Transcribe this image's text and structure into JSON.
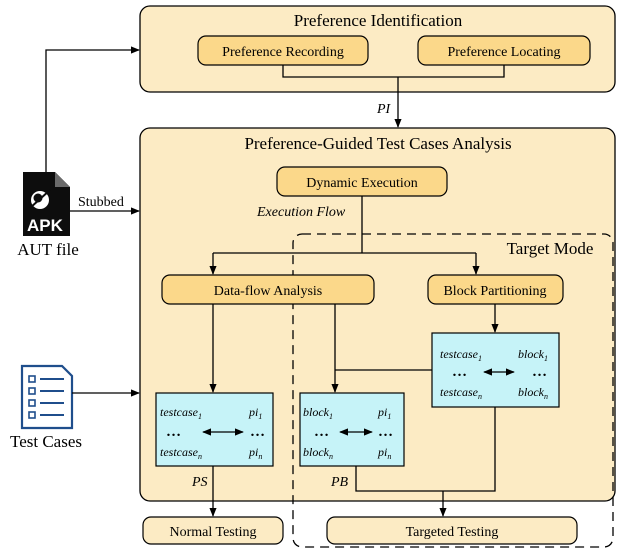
{
  "panels": {
    "identification_title": "Preference Identification",
    "analysis_title": "Preference-Guided Test Cases Analysis",
    "target_mode_title": "Target Mode"
  },
  "nodes": {
    "preference_recording": "Preference Recording",
    "preference_locating": "Preference Locating",
    "dynamic_execution": "Dynamic Execution",
    "dataflow_analysis": "Data-flow Analysis",
    "block_partitioning": "Block Partitioning",
    "normal_testing": "Normal Testing",
    "targeted_testing": "Targeted Testing"
  },
  "inputs": {
    "apk_badge": "APK",
    "aut_label": "AUT file",
    "test_cases_label": "Test Cases"
  },
  "edge_labels": {
    "pi": "PI",
    "stubbed": "Stubbed",
    "execution_flow": "Execution Flow",
    "ps": "PS",
    "pb": "PB"
  },
  "tables": {
    "ps_table": {
      "row1_left": "testcase",
      "row1_left_sub": "1",
      "row1_right": "pi",
      "row1_right_sub": "1",
      "dots": "…",
      "row2_left": "testcase",
      "row2_left_sub": "n",
      "row2_right": "pi",
      "row2_right_sub": "n"
    },
    "pb_table": {
      "row1_left": "block",
      "row1_left_sub": "1",
      "row1_right": "pi",
      "row1_right_sub": "1",
      "dots": "…",
      "row2_left": "block",
      "row2_left_sub": "n",
      "row2_right": "pi",
      "row2_right_sub": "n"
    },
    "tb_table": {
      "row1_left": "testcase",
      "row1_left_sub": "1",
      "row1_right": "block",
      "row1_right_sub": "1",
      "dots": "…",
      "row2_left": "testcase",
      "row2_left_sub": "n",
      "row2_right": "block",
      "row2_right_sub": "n"
    }
  },
  "colors": {
    "panel_fill": "#fcebc4",
    "node_fill": "#fbd88a",
    "table_fill": "#c6f3f8",
    "icon_dark": "#0d0d0d",
    "doc_blue": "#1f4e8c"
  }
}
